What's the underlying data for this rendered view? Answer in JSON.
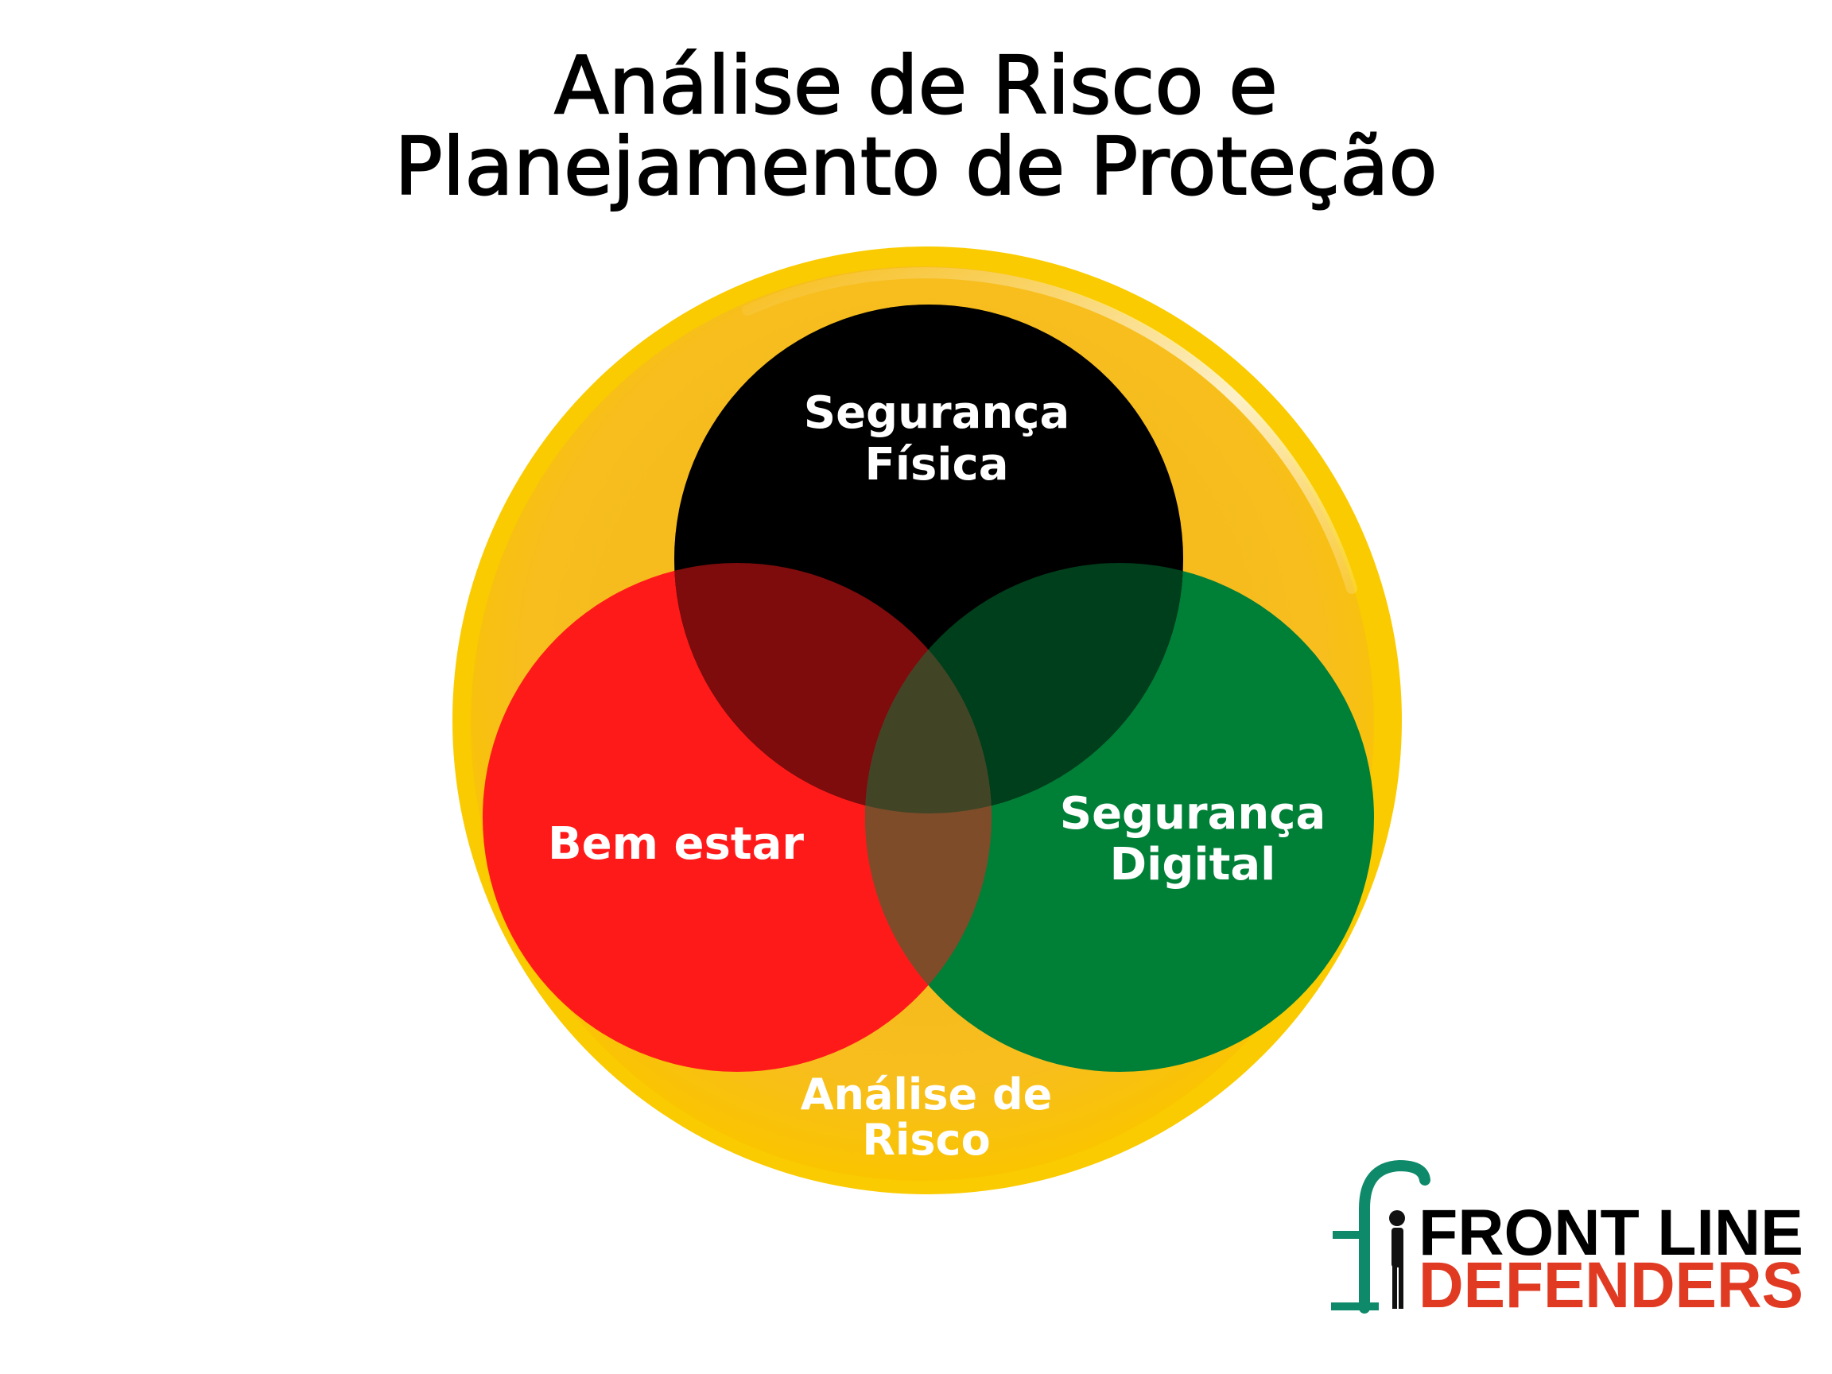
{
  "title": {
    "line1": "Análise de Risco e",
    "line2": "Planejamento de Proteção"
  },
  "diagram": {
    "outer": {
      "label_line1": "Análise de",
      "label_line2": "Risco",
      "color": "#F7BE1A"
    },
    "circles": [
      {
        "id": "fisica",
        "label_line1": "Segurança",
        "label_line2": "Física",
        "color": "#000000"
      },
      {
        "id": "bem-estar",
        "label_line1": "Bem estar",
        "label_line2": "",
        "color": "#FF1A1A"
      },
      {
        "id": "digital",
        "label_line1": "Segurança",
        "label_line2": "Digital",
        "color": "#007F37"
      }
    ]
  },
  "logo": {
    "line1": "FRONT LINE",
    "line2": "DEFENDERS",
    "color_line1": "#000000",
    "color_line2": "#E03A22",
    "mark_color": "#0E8A6B"
  }
}
